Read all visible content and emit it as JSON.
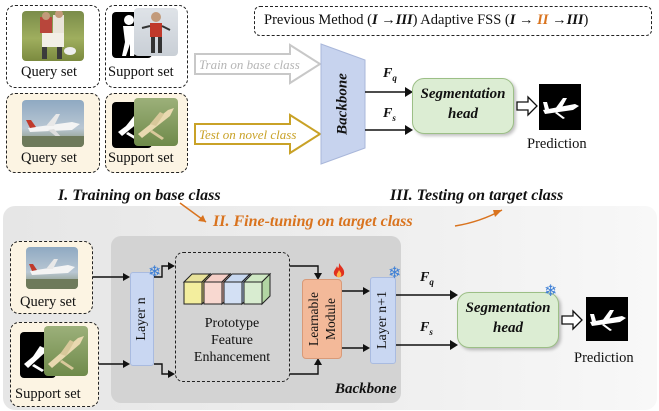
{
  "legend": {
    "prefix": "Previous Method (",
    "prev_i": "I",
    "prev_arrow": " →",
    "prev_iii": "III",
    "middle": ")  Adaptive FSS (",
    "ad_i": "I",
    "ad_arrow1": " → ",
    "ad_ii": "II",
    "ad_arrow2": " →",
    "ad_iii": "III",
    "suffix": ")"
  },
  "top": {
    "query_label_1": "Query set",
    "support_label_1": "Support set",
    "query_label_2": "Query set",
    "support_label_2": "Support set",
    "train_arrow_label": "Train on base class",
    "test_arrow_label": "Test on novel class",
    "backbone_label": "Backbone",
    "fq_main": "F",
    "fq_sub": "q",
    "fs_main": "F",
    "fs_sub": "s",
    "seg_head_line1": "Segmentation",
    "seg_head_line2": "head",
    "prediction_label": "Prediction"
  },
  "stages": {
    "stage_i": "I. Training on base class",
    "stage_iii": "III. Testing on target class",
    "stage_ii": "II. Fine-tuning on target class"
  },
  "bottom": {
    "query_label": "Query set",
    "support_label": "Support set",
    "layer_n": "Layer n",
    "pfe_line1": "Prototype",
    "pfe_line2": "Feature",
    "pfe_line3": "Enhancement",
    "learnable_line1": "Learnable",
    "learnable_line2": "Module",
    "layer_n1": "Layer n+1",
    "backbone_label": "Backbone",
    "fq_main": "F",
    "fq_sub": "q",
    "fs_main": "F",
    "fs_sub": "s",
    "seg_head_line1": "Segmentation",
    "seg_head_line2": "head",
    "prediction_label": "Prediction"
  },
  "icons": [
    "snowflake-icon",
    "flame-icon",
    "hollow-arrow-icon"
  ],
  "colors": {
    "orange_accent": "#d9731e",
    "train_arrow": "#c8c8c8",
    "test_arrow": "#c9a227",
    "backbone_fill": "#c7d3ee",
    "seg_head_fill": "#dcedd3",
    "learnable_fill": "#f3b999",
    "layer_fill": "#c9d7f2",
    "cream_bg": "#fcf4e3",
    "panel_bg": "#ececec",
    "snow_blue": "#3d7fd6",
    "flame_red": "#e0301e"
  }
}
